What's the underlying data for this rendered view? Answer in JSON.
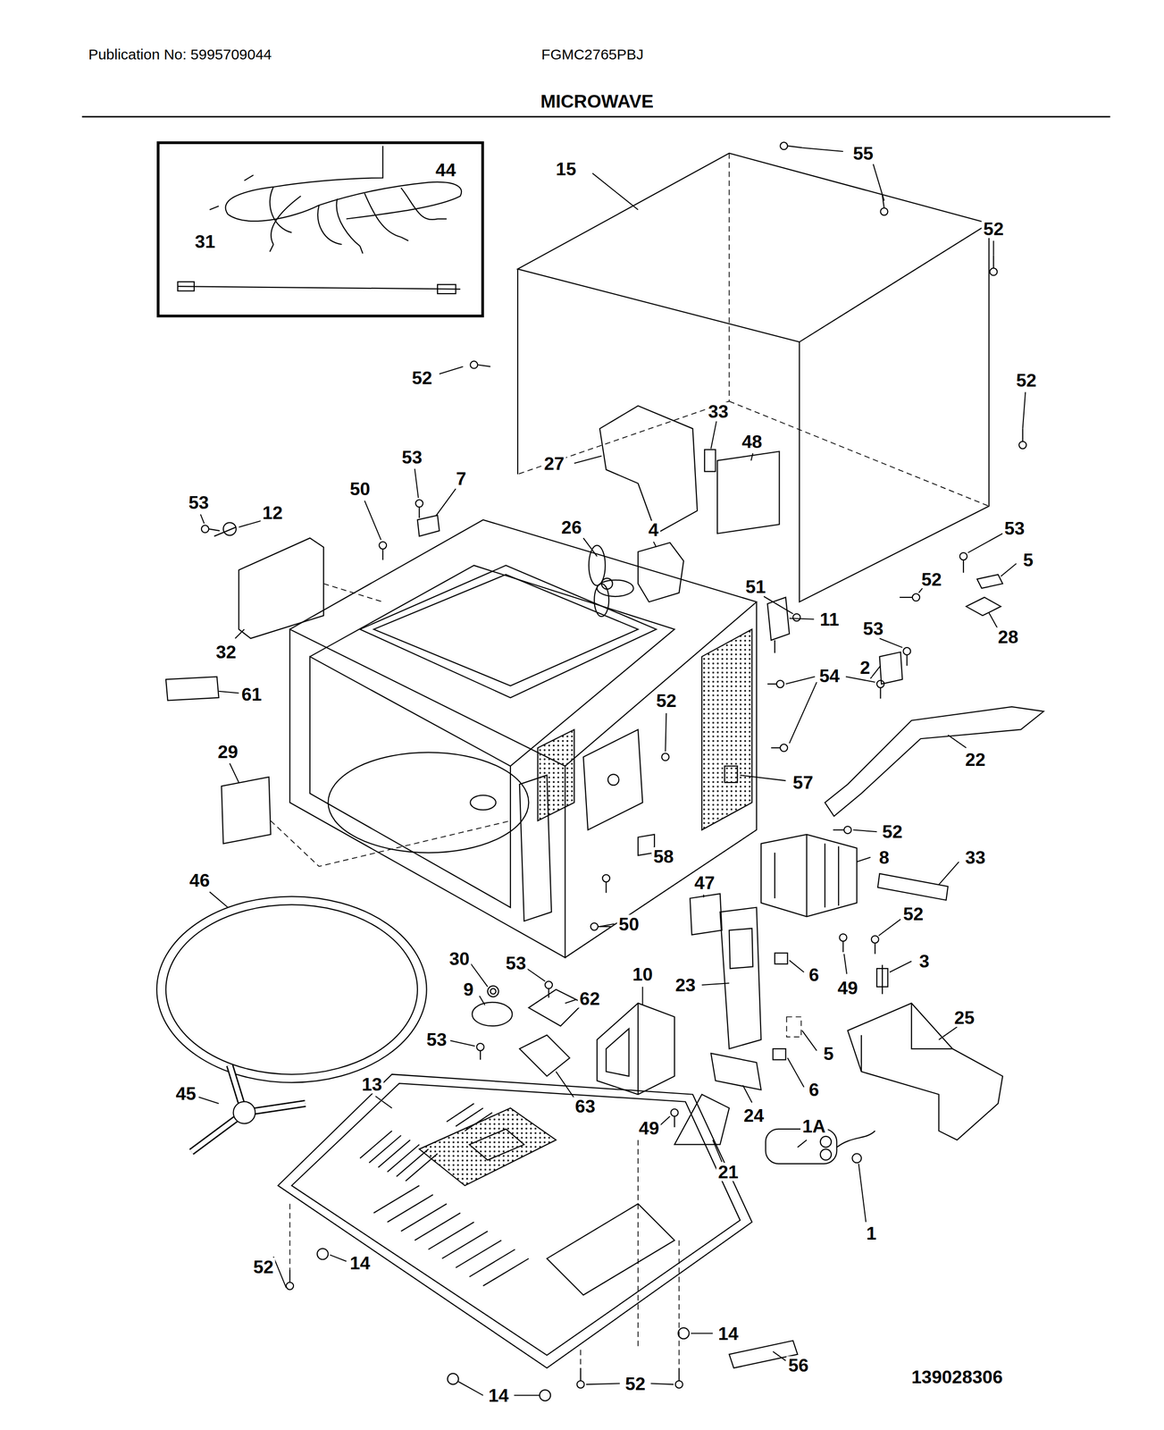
{
  "diagram": {
    "title": "MICROWAVE",
    "nodes": [
      {
        "text": [
          "44",
          "31"
        ]
      }
    ],
    "labels": [
      "Publication No: 5995709044",
      "FGMC2765PBJ",
      "15",
      "55",
      "52",
      "52",
      "52",
      "33",
      "48",
      "53",
      "27",
      "7",
      "50",
      "53",
      "12",
      "26",
      "4",
      "53",
      "5",
      "52",
      "51",
      "11",
      "53",
      "28",
      "32",
      "2",
      "54",
      "61",
      "52",
      "29",
      "22",
      "57",
      "52",
      "58",
      "8",
      "33",
      "46",
      "47",
      "52",
      "50",
      "30",
      "3",
      "53",
      "10",
      "6",
      "23",
      "49",
      "9",
      "62",
      "25",
      "53",
      "5",
      "13",
      "6",
      "45",
      "63",
      "24",
      "1A",
      "49",
      "21",
      "1",
      "14",
      "52",
      "14",
      "56",
      "139028306",
      "52",
      "14"
    ]
  }
}
